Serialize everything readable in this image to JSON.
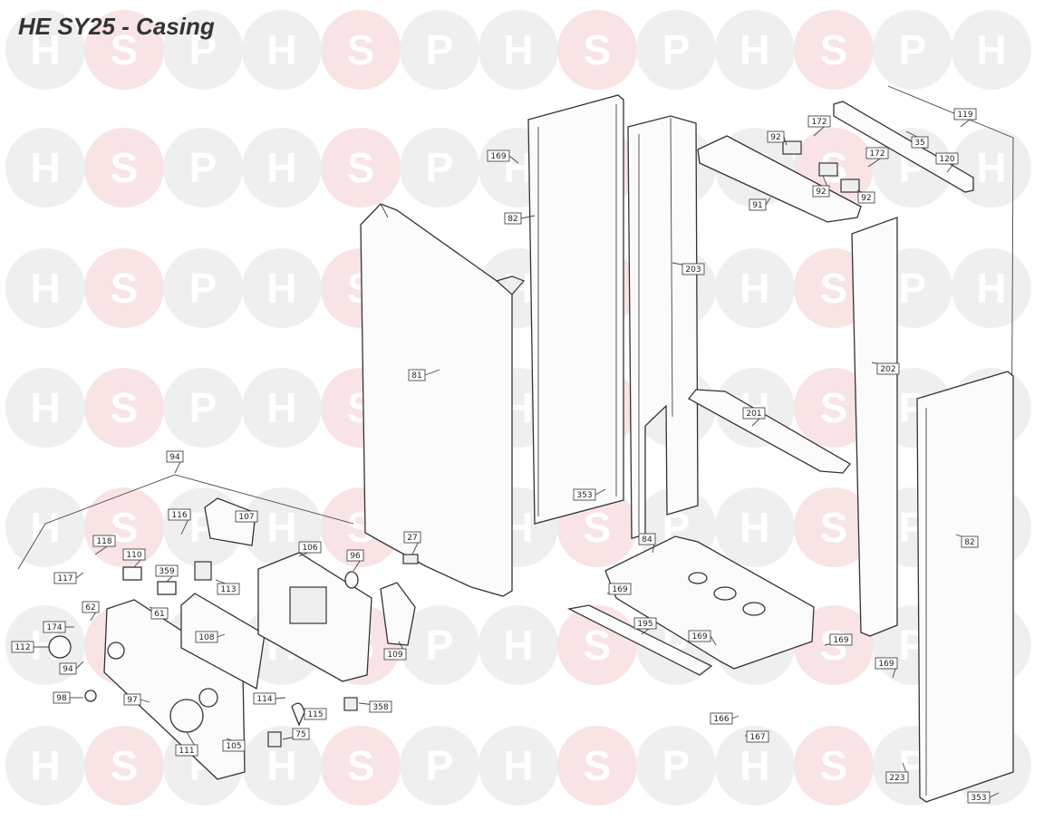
{
  "title": "HE SY25 - Casing",
  "watermark": {
    "letters": [
      "H",
      "S",
      "P"
    ],
    "colors": [
      "#efefef",
      "#f8e4e4",
      "#efefef"
    ]
  },
  "callouts": [
    {
      "id": "c1",
      "label": "169"
    },
    {
      "id": "c2",
      "label": "82"
    },
    {
      "id": "c3",
      "label": "81"
    },
    {
      "id": "c4",
      "label": "353"
    },
    {
      "id": "c5",
      "label": "203"
    },
    {
      "id": "c6",
      "label": "92"
    },
    {
      "id": "c7",
      "label": "172"
    },
    {
      "id": "c8",
      "label": "92"
    },
    {
      "id": "c9",
      "label": "172"
    },
    {
      "id": "c10",
      "label": "92"
    },
    {
      "id": "c11",
      "label": "91"
    },
    {
      "id": "c12",
      "label": "35"
    },
    {
      "id": "c13",
      "label": "119"
    },
    {
      "id": "c14",
      "label": "120"
    },
    {
      "id": "c15",
      "label": "202"
    },
    {
      "id": "c16",
      "label": "201"
    },
    {
      "id": "c17",
      "label": "82"
    },
    {
      "id": "c18",
      "label": "84"
    },
    {
      "id": "c19",
      "label": "169"
    },
    {
      "id": "c20",
      "label": "195"
    },
    {
      "id": "c21",
      "label": "169"
    },
    {
      "id": "c22",
      "label": "169"
    },
    {
      "id": "c23",
      "label": "169"
    },
    {
      "id": "c24",
      "label": "166"
    },
    {
      "id": "c25",
      "label": "167"
    },
    {
      "id": "c26",
      "label": "223"
    },
    {
      "id": "c27",
      "label": "353"
    },
    {
      "id": "c28",
      "label": "27"
    },
    {
      "id": "c29",
      "label": "94"
    },
    {
      "id": "c30",
      "label": "118"
    },
    {
      "id": "c31",
      "label": "117"
    },
    {
      "id": "c32",
      "label": "116"
    },
    {
      "id": "c33",
      "label": "107"
    },
    {
      "id": "c34",
      "label": "110"
    },
    {
      "id": "c35",
      "label": "359"
    },
    {
      "id": "c36",
      "label": "113"
    },
    {
      "id": "c37",
      "label": "106"
    },
    {
      "id": "c38",
      "label": "96"
    },
    {
      "id": "c39",
      "label": "62"
    },
    {
      "id": "c40",
      "label": "61"
    },
    {
      "id": "c41",
      "label": "174"
    },
    {
      "id": "c42",
      "label": "112"
    },
    {
      "id": "c43",
      "label": "108"
    },
    {
      "id": "c44",
      "label": "109"
    },
    {
      "id": "c45",
      "label": "94"
    },
    {
      "id": "c46",
      "label": "98"
    },
    {
      "id": "c47",
      "label": "97"
    },
    {
      "id": "c48",
      "label": "114"
    },
    {
      "id": "c49",
      "label": "115"
    },
    {
      "id": "c50",
      "label": "358"
    },
    {
      "id": "c51",
      "label": "105"
    },
    {
      "id": "c52",
      "label": "111"
    },
    {
      "id": "c53",
      "label": "75"
    }
  ]
}
